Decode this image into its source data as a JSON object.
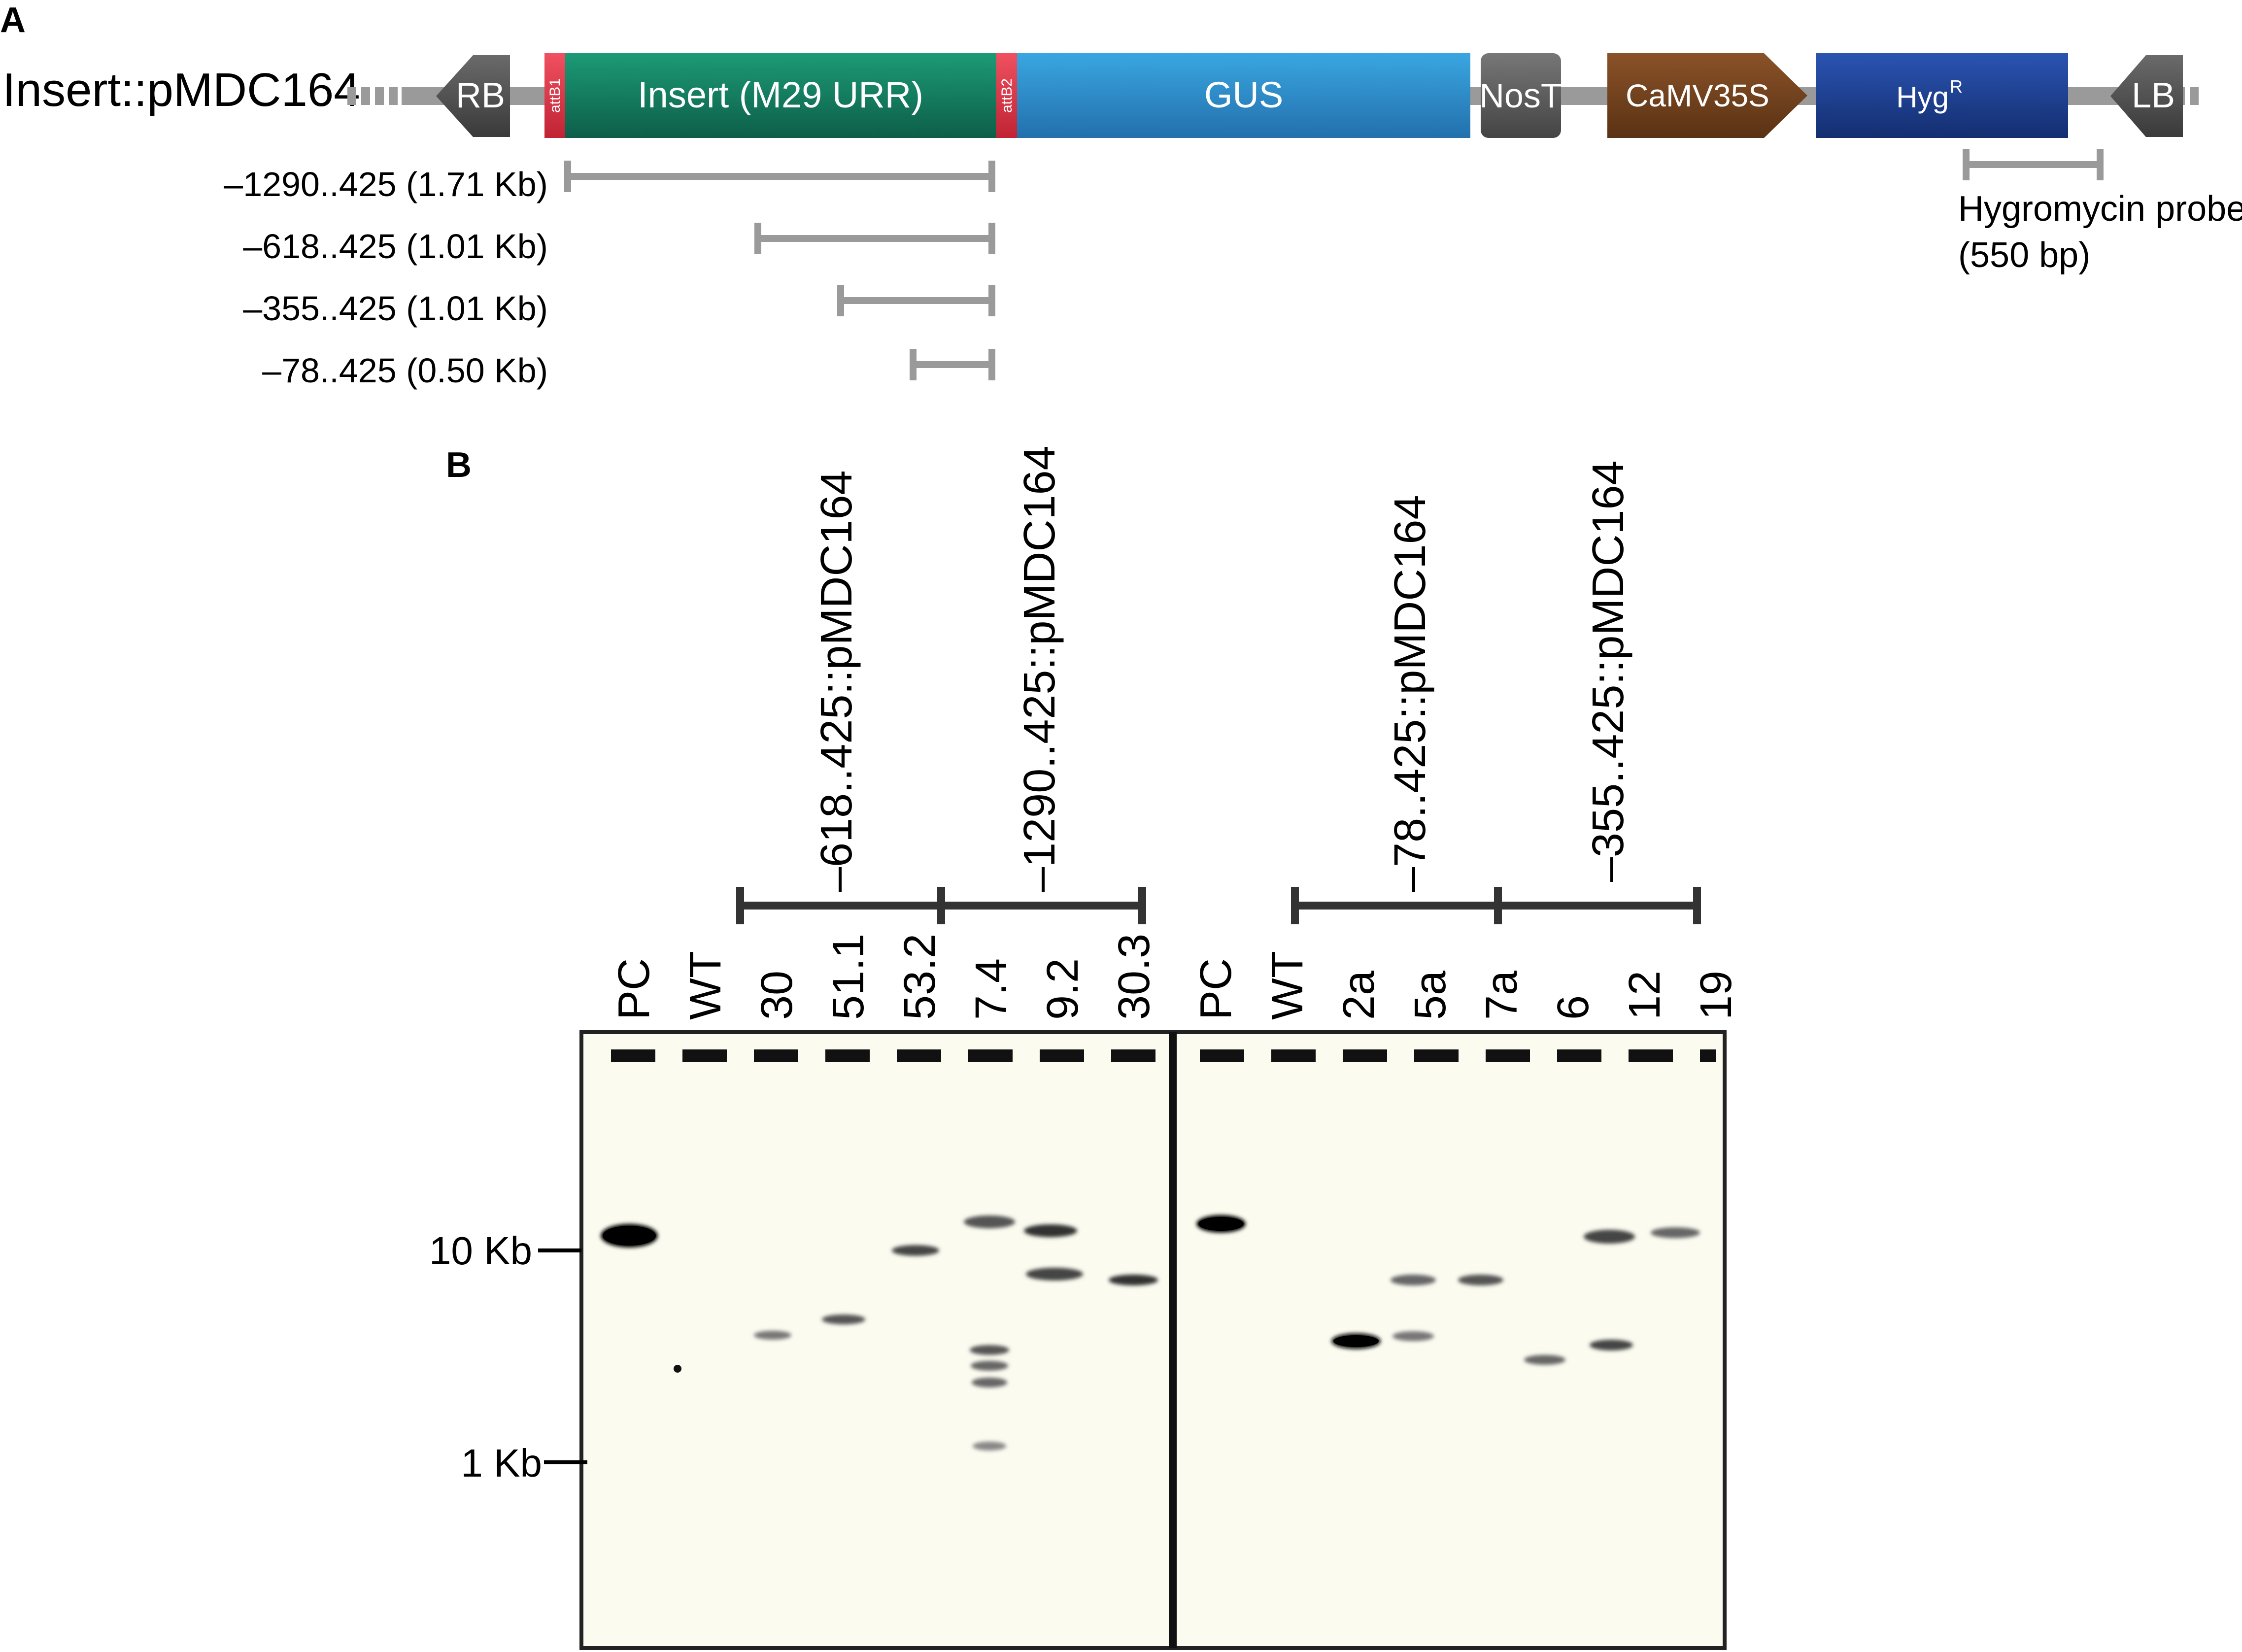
{
  "panel_a": {
    "letter": "A",
    "construct_name": "Insert::pMDC164",
    "elements": {
      "rb": "RB",
      "attb1": "attB1",
      "insert": "Insert (M29 URR)",
      "attb2": "attB2",
      "gus": "GUS",
      "nost": "NosT",
      "camv35s": "CaMV35S",
      "hygr": "Hyg",
      "hygr_sup": "R",
      "lb": "LB"
    },
    "fragments": [
      "–1290..425 (1.71 Kb)",
      "–618..425 (1.01 Kb)",
      "–355..425 (1.01 Kb)",
      "–78..425 (0.50 Kb)"
    ],
    "probe_line1": "Hygromycin probe",
    "probe_line2": "(550 bp)"
  },
  "panel_b": {
    "letter": "B",
    "groups": [
      "–618..425::pMDC164",
      "–1290..425::pMDC164",
      "–78..425::pMDC164",
      "–355..425::pMDC164"
    ],
    "lanes_left": [
      "PC",
      "WT",
      "30",
      "51.1",
      "53.2",
      "7.4",
      "9.2",
      "30.3"
    ],
    "lanes_right": [
      "PC",
      "WT",
      "2a",
      "5a",
      "7a",
      "6",
      "12",
      "19"
    ],
    "markers": [
      "10 Kb",
      "1 Kb"
    ]
  },
  "colors": {
    "backbone": "#9a9a9a",
    "border": "#3c3c3c",
    "att": "#e03a46",
    "insert": "#127a5f",
    "gus": "#2f8fcf",
    "nost": "#5a5a5a",
    "camv35s": "#6f3f1c",
    "hygr": "#1d3e8f",
    "fragment_bar": "#9a9a9a",
    "gel": "#fbfbf0",
    "band": "#111111"
  }
}
